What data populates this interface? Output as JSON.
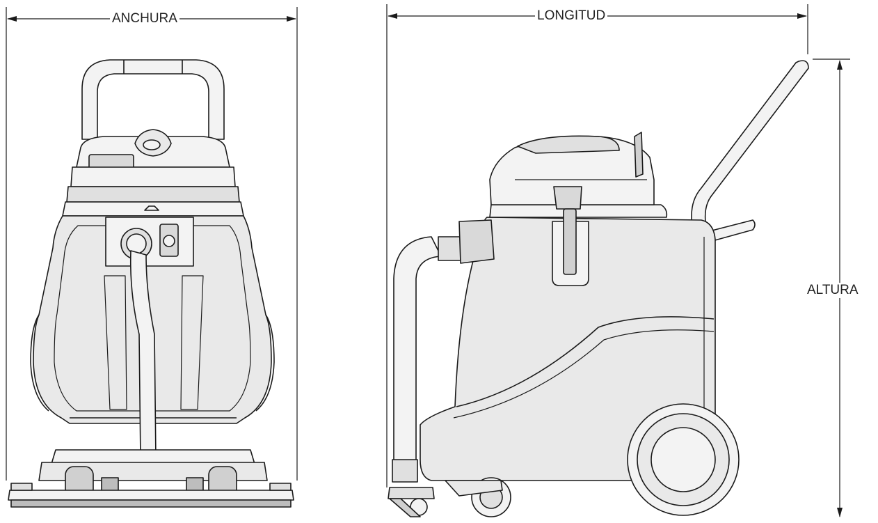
{
  "dimensions": {
    "width_label": "ANCHURA",
    "length_label": "LONGITUD",
    "height_label": "ALTURA"
  },
  "views": [
    {
      "name": "front-view"
    },
    {
      "name": "side-view"
    }
  ],
  "colors": {
    "line": "#1a1a1a",
    "body_fill": "#e9e9e9",
    "part_fill": "#f3f3f3",
    "dark_fill": "#bdbdbd",
    "background": "#ffffff"
  }
}
